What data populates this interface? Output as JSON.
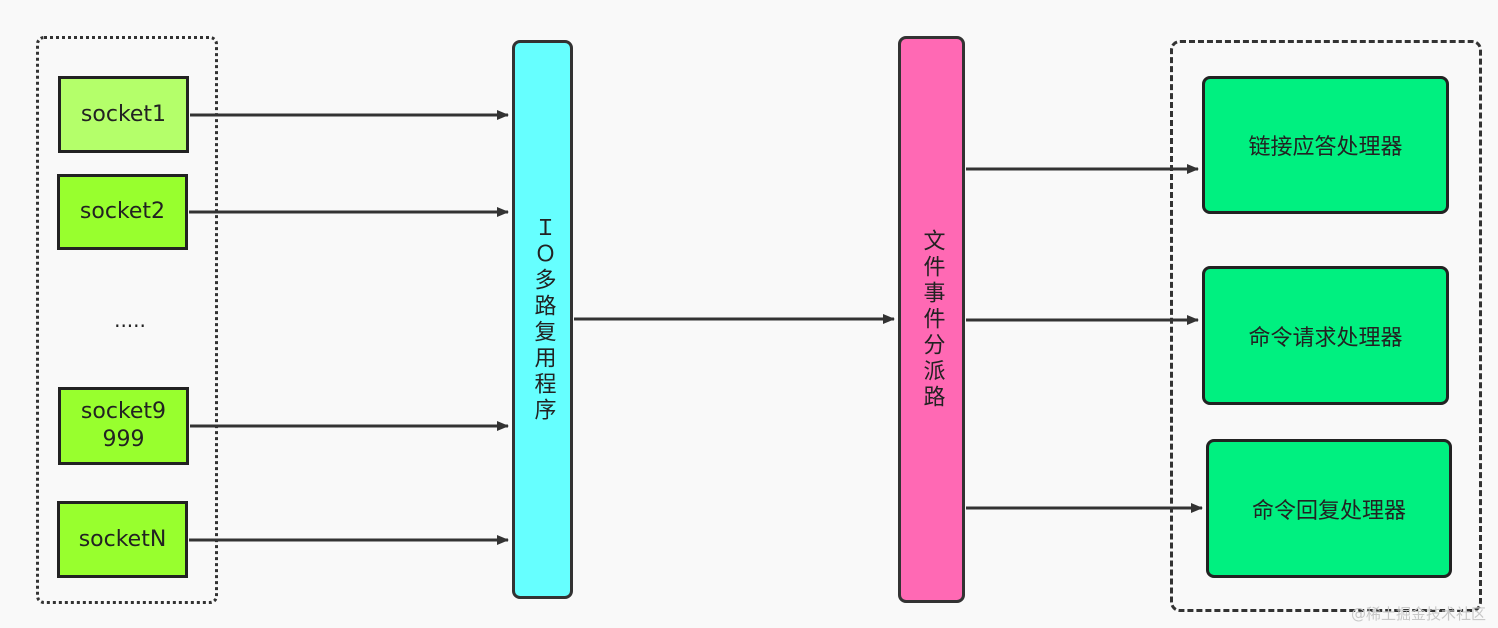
{
  "sockets": [
    {
      "label": "socket1"
    },
    {
      "label": "socket2"
    },
    {
      "label": "socket9\n999"
    },
    {
      "label": "socketN"
    }
  ],
  "ellipsis": ".....",
  "multiplexer": {
    "label": "ＩＯ多路复用程序"
  },
  "dispatcher": {
    "label": "文件事件分派路"
  },
  "handlers": [
    {
      "label": "链接应答处理器"
    },
    {
      "label": "命令请求处理器"
    },
    {
      "label": "命令回复处理器"
    }
  ],
  "watermark": "@稀土掘金技术社区",
  "colors": {
    "socket_light": "#b4ff6a",
    "socket_dark": "#98ff2e",
    "multiplexer": "#66ffff",
    "dispatcher": "#ff69b4",
    "handler": "#00f080",
    "line": "#333333"
  }
}
